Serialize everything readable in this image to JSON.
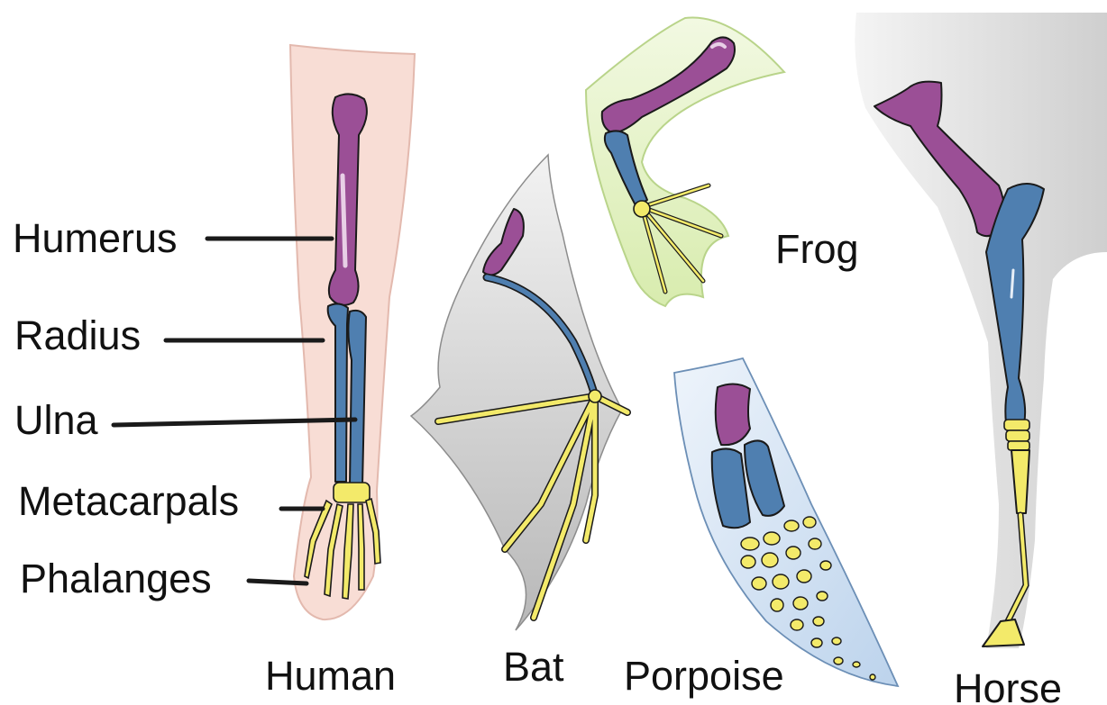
{
  "bone_labels": {
    "humerus": "Humerus",
    "radius": "Radius",
    "ulna": "Ulna",
    "metacarpals": "Metacarpals",
    "phalanges": "Phalanges"
  },
  "species_labels": {
    "human": "Human",
    "bat": "Bat",
    "frog": "Frog",
    "porpoise": "Porpoise",
    "horse": "Horse"
  },
  "colors": {
    "humerus": "#9b4f96",
    "radius_ulna": "#4f7fb0",
    "hand_bones": "#f3ea6a",
    "human_skin": "#f7ddd5",
    "bat_wing": "#cfcfcf",
    "frog_skin": "#e6f3c4",
    "porpoise_fin": "#d4e3f3",
    "horse_body": "#d9d9d9"
  }
}
